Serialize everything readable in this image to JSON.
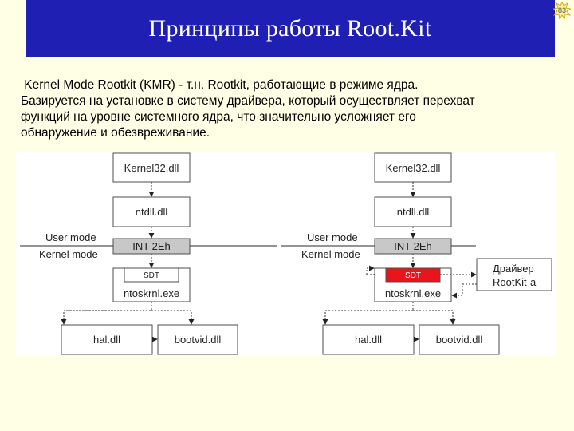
{
  "title": "Принципы работы Root.Kit",
  "page_number": "83",
  "body_lines": [
    " Kernel Mode Rootkit (KMR) - т.н. Rootkit, работающие в режиме ядра.",
    "Базируется на установке в систему драйвера, который осуществляет перехват",
    "функций на уровне системного ядра, что значительно усложняет его",
    "обнаружение и обезвреживание."
  ],
  "diagram": {
    "left": {
      "kernel32": "Kernel32.dll",
      "ntdll": "ntdll.dll",
      "int2eh": "INT 2Eh",
      "sdt": "SDT",
      "ntoskrnl": "ntoskrnl.exe",
      "hal": "hal.dll",
      "bootvid": "bootvid.dll",
      "user_mode": "User mode",
      "kernel_mode": "Kernel mode"
    },
    "right": {
      "kernel32": "Kernel32.dll",
      "ntdll": "ntdll.dll",
      "int2eh": "INT 2Eh",
      "sdt": "SDT",
      "ntoskrnl": "ntoskrnl.exe",
      "hal": "hal.dll",
      "bootvid": "bootvid.dll",
      "user_mode": "User mode",
      "kernel_mode": "Kernel mode",
      "driver_line1": "Драйвер",
      "driver_line2": "RootKit-a"
    },
    "colors": {
      "title_bar": "#1f1fb3",
      "background": "#ffffe6",
      "sdt_hooked": "#e8161c",
      "int_box": "#c8c8c8"
    }
  }
}
